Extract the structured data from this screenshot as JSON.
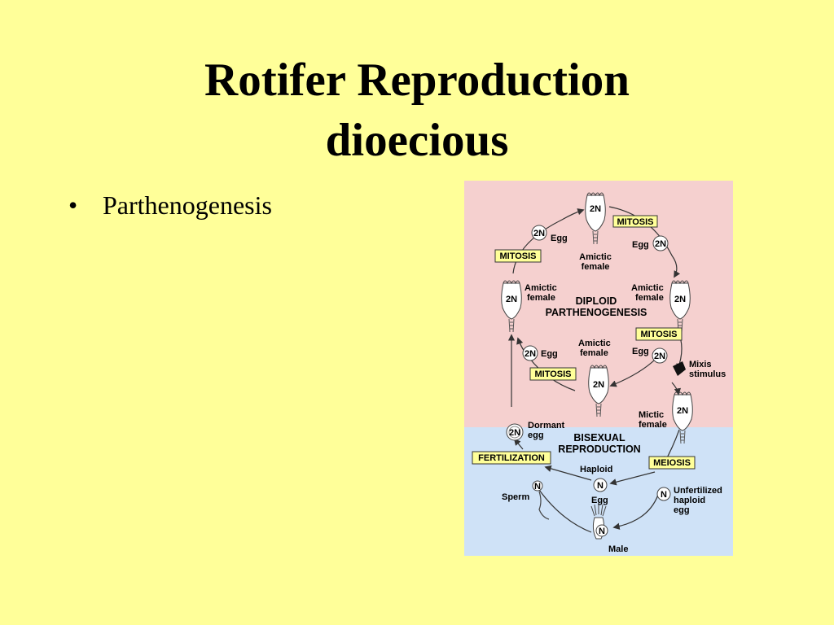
{
  "slide": {
    "title_line1": "Rotifer Reproduction",
    "title_line2": "dioecious",
    "bullets": [
      {
        "marker": "•",
        "text": "Parthenogenesis"
      }
    ]
  },
  "colors": {
    "background": "#ffff99",
    "diploid_zone": "#f5d0cf",
    "bisexual_zone": "#cfe2f7",
    "process_box": "#ffff99"
  },
  "diagram": {
    "zones": {
      "diploid": [
        "DIPLOID",
        "PARTHENOGENESIS"
      ],
      "bisexual": [
        "BISEXUAL",
        "REPRODUCTION"
      ]
    },
    "processes": {
      "mitosis_top": "MITOSIS",
      "mitosis_left": "MITOSIS",
      "mitosis_right": "MITOSIS",
      "mitosis_bottom": "MITOSIS",
      "meiosis": "MEIOSIS",
      "fertilization": "FERTILIZATION"
    },
    "organisms": {
      "amictic_top": {
        "ploidy": "2N",
        "label": [
          "Amictic",
          "female"
        ]
      },
      "amictic_left": {
        "ploidy": "2N",
        "label": [
          "Amictic",
          "female"
        ]
      },
      "amictic_right": {
        "ploidy": "2N",
        "label": [
          "Amictic",
          "female"
        ]
      },
      "amictic_bottom": {
        "ploidy": "2N",
        "label": [
          "Amictic",
          "female"
        ]
      },
      "mictic": {
        "ploidy": "2N",
        "label": [
          "Mictic",
          "female"
        ]
      },
      "male": {
        "ploidy": "N",
        "label": "Male"
      }
    },
    "eggs": {
      "egg_topleft": {
        "ploidy": "2N",
        "label": "Egg"
      },
      "egg_topright": {
        "ploidy": "2N",
        "label": "Egg"
      },
      "egg_midleft": {
        "ploidy": "2N",
        "label": "Egg"
      },
      "egg_midright": {
        "ploidy": "2N",
        "label": "Egg"
      },
      "dormant": {
        "ploidy": "2N",
        "label": [
          "Dormant",
          "egg"
        ]
      },
      "haploid": {
        "ploidy": "N",
        "label_top": "Haploid",
        "label_bottom": "Egg"
      },
      "unfertilized": {
        "ploidy": "N",
        "label": [
          "Unfertilized",
          "haploid",
          "egg"
        ]
      },
      "sperm": {
        "ploidy": "N",
        "label": "Sperm"
      }
    },
    "stimulus": [
      "Mixis",
      "stimulus"
    ]
  }
}
